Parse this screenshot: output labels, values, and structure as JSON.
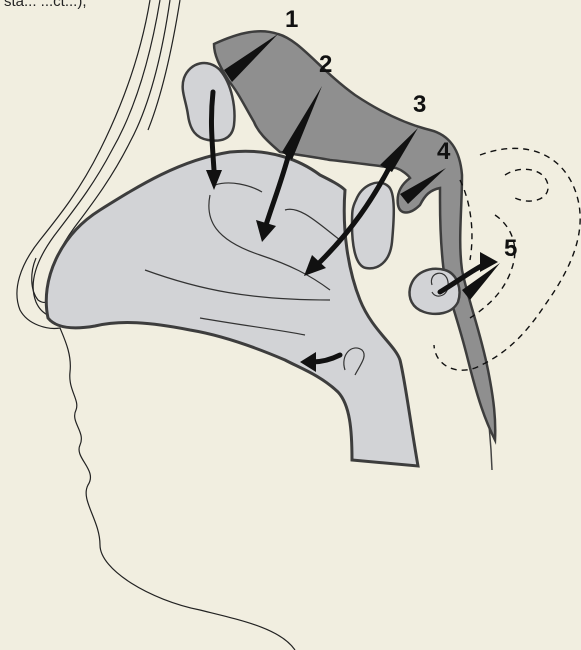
{
  "header_fragment": "sta... ...ct...),",
  "colors": {
    "background": "#f1eee0",
    "dark_tissue": "#8f8f8f",
    "light_tissue": "#d2d3d6",
    "outline": "#3d3d3d",
    "arrow": "#111111"
  },
  "labels": [
    {
      "id": "1",
      "text": "1"
    },
    {
      "id": "2",
      "text": "2"
    },
    {
      "id": "3",
      "text": "3"
    },
    {
      "id": "4",
      "text": "4"
    },
    {
      "id": "5",
      "text": "5"
    }
  ]
}
